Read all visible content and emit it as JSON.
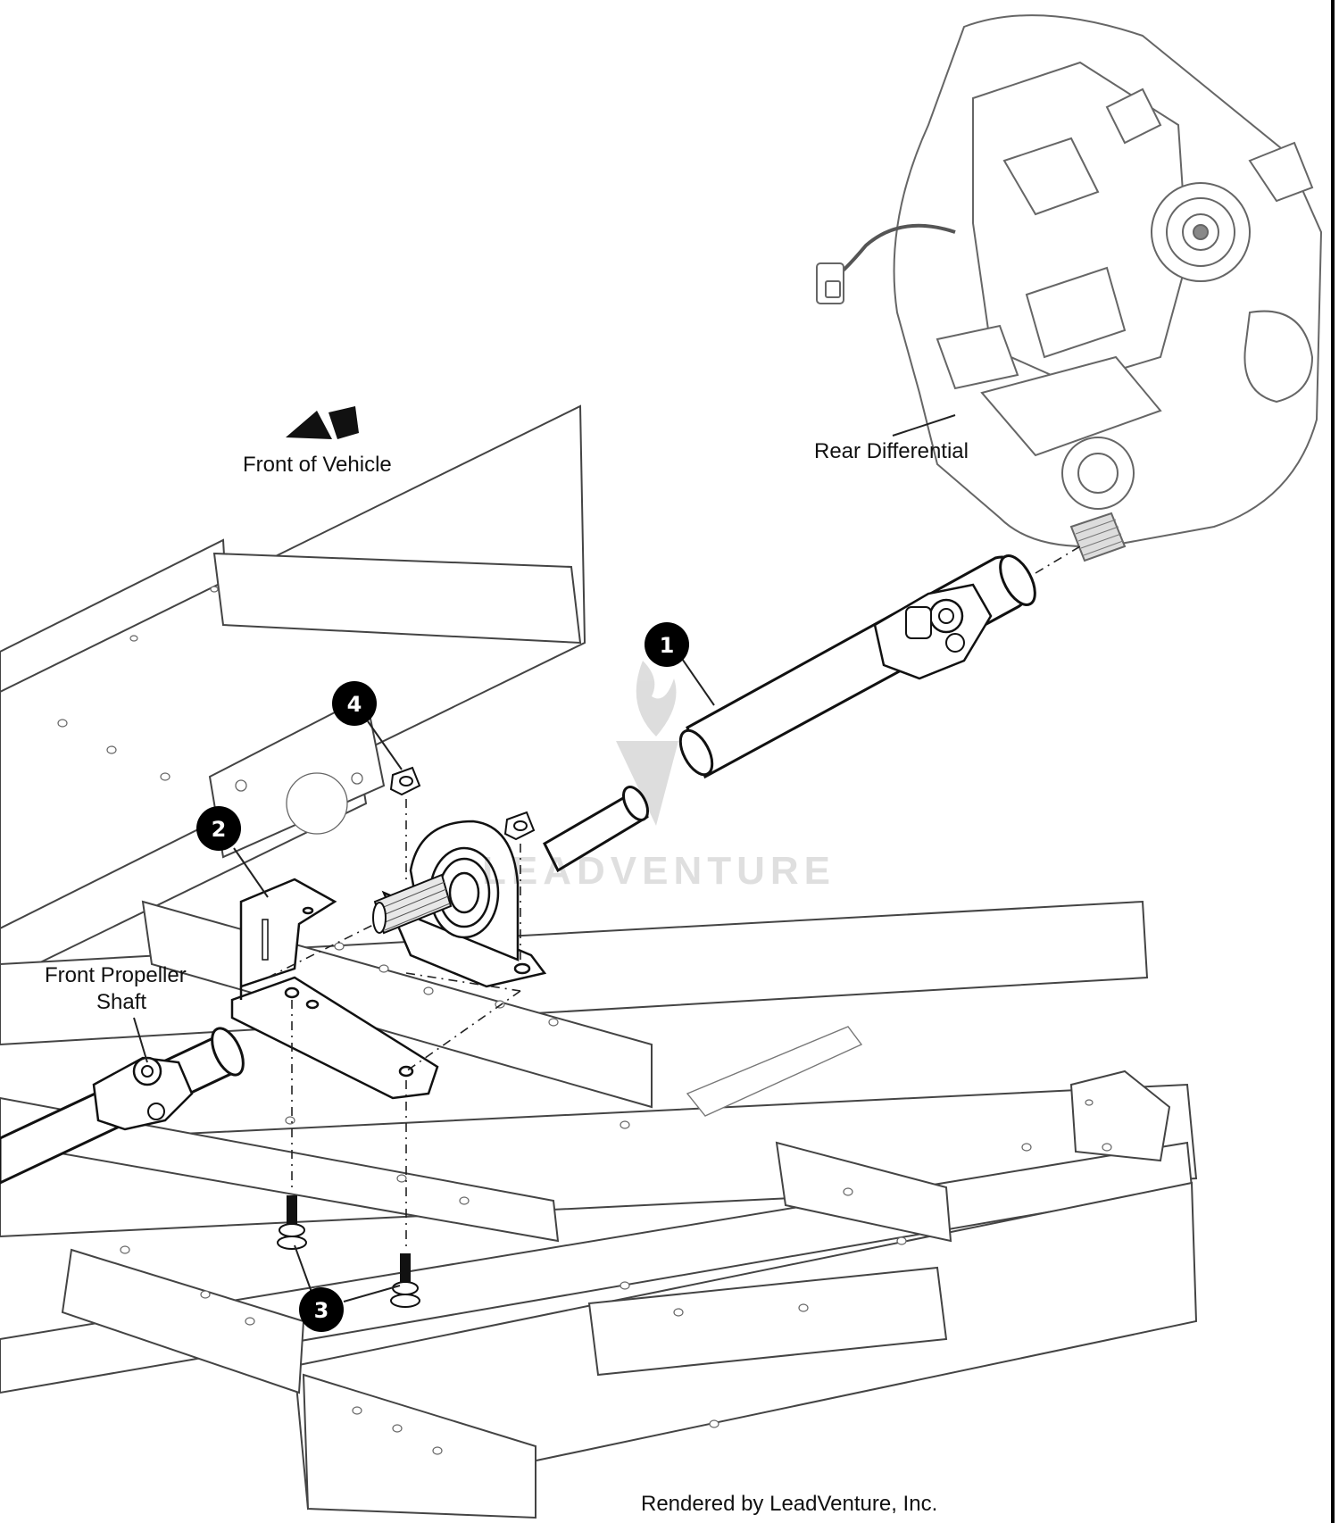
{
  "labels": {
    "front_of_vehicle": "Front of Vehicle",
    "rear_differential": "Rear Differential",
    "front_propeller_shaft_line1": "Front Propeller",
    "front_propeller_shaft_line2": "Shaft",
    "footer": "Rendered by LeadVenture, Inc.",
    "watermark": "LEADVENTURE"
  },
  "callouts": [
    {
      "id": "1",
      "label": "1"
    },
    {
      "id": "2",
      "label": "2"
    },
    {
      "id": "3",
      "label": "3"
    },
    {
      "id": "4",
      "label": "4"
    }
  ],
  "colors": {
    "line": "#222222",
    "callout_fill": "#000000",
    "callout_text": "#ffffff",
    "background": "#ffffff",
    "right_border": "#000000"
  },
  "icons": [
    "front-direction-arrow-icon",
    "leadventure-logo-watermark"
  ]
}
